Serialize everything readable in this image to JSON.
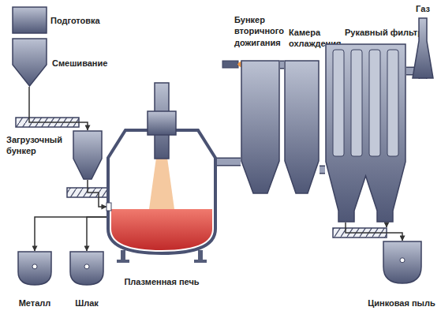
{
  "diagram": {
    "nodes": [
      {
        "text": [
          "Подготовка"
        ]
      },
      {
        "text": [
          "Смешивание"
        ]
      },
      {
        "text": [
          "Загрузочный бункер"
        ]
      },
      {
        "text": [
          "Плазменная печь"
        ]
      },
      {
        "text": [
          "Металл"
        ]
      },
      {
        "text": [
          "Шлак"
        ]
      },
      {
        "text": [
          "Бункер вторичного дожигания"
        ]
      },
      {
        "text": [
          "Камера охлаждения"
        ]
      },
      {
        "text": [
          "Рукавный фильтр"
        ]
      },
      {
        "text": [
          "Цинковая пыль"
        ]
      },
      {
        "text": [
          "Газ"
        ]
      }
    ],
    "edges": [
      {
        "from": 1,
        "to": 2,
        "arrow": "to"
      },
      {
        "from": 2,
        "to": 3,
        "arrow": "to"
      },
      {
        "from": 3,
        "to": 4,
        "arrow": "to"
      },
      {
        "from": 3,
        "to": 5,
        "arrow": "to"
      },
      {
        "from": 3,
        "to": 6,
        "arrow": "none"
      },
      {
        "from": 6,
        "to": 7,
        "arrow": "none"
      },
      {
        "from": 7,
        "to": 8,
        "arrow": "none"
      },
      {
        "from": 8,
        "to": 9,
        "arrow": "to"
      },
      {
        "from": 8,
        "to": 10,
        "arrow": "none"
      }
    ]
  }
}
